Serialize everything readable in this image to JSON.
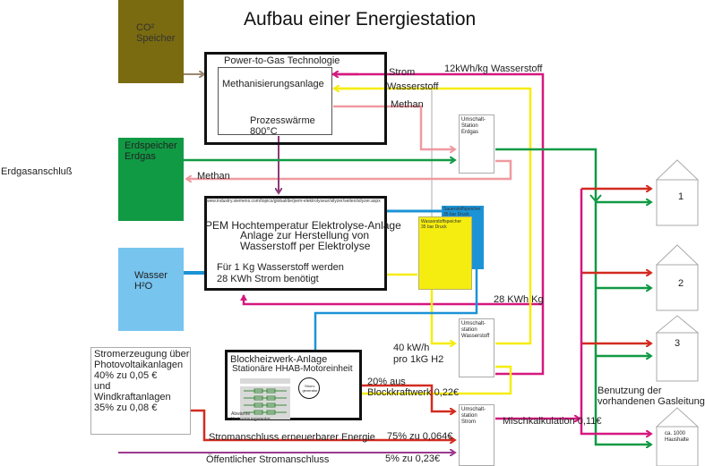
{
  "title": "Aufbau einer Energiestation",
  "colors": {
    "strom": "#d6177f",
    "wasserstoff": "#f5ed0f",
    "methan": "#ef9aa0",
    "erdgas": "#119a44",
    "wasser": "#1b93d6",
    "strom_erneuerbar": "#d32b20",
    "oeffentlich": "#9b3a8e",
    "co2": "#7a6a10",
    "waerme": "#8c3a78",
    "co2_arrow": "#9a8870"
  },
  "co2_storage": {
    "line1": "CO²",
    "line2": "Speicher"
  },
  "power_to_gas": {
    "title": "Power-to-Gas Technologie",
    "inner_title": "Methanisierungsanlage",
    "heat_line1": "Prozesswärme",
    "heat_line2": "800°C"
  },
  "flow_labels": {
    "strom": "Strom",
    "wasserstoff": "Wasserstoff",
    "methan_top": "Methan",
    "kwh_per_kg": "12kWh/kg Wasserstoff",
    "methan_left": "Methan",
    "kwh_28": "28 KWh Kg",
    "kwh_40_line1": "40 kW/h",
    "kwh_40_line2": "pro 1kG H2",
    "bhkw_share_line1": "20% aus",
    "bhkw_share_line2": "Blockkraftwerk 0,22€",
    "renewable": "Stromanschluss erneuerbarer Energie",
    "renewable_share": "75% zu 0,064€",
    "public": "Öffentlicher Stromanschluss",
    "public_share": "5% zu 0,23€",
    "mix": "Mischkalkulation 0,11€",
    "gas_line1": "Benutzung der",
    "gas_line2": "vorhandenen Gasleitung"
  },
  "erdgas_connection": "Erdgasanschluß",
  "erdspeicher": {
    "line1": "Erdspeicher",
    "line2": "Erdgas"
  },
  "wasser": {
    "line1": "Wasser",
    "line2": "H²O"
  },
  "switch_gas": {
    "line1": "Umschalt-",
    "line2": "Station",
    "line3": "Erdgas"
  },
  "switch_h2": {
    "line1": "Umschalt-",
    "line2": "station",
    "line3": "Wasserstoff"
  },
  "switch_power": {
    "line1": "Umschalt-",
    "line2": "station",
    "line3": "Strom"
  },
  "electrolysis": {
    "url": "www.industry.siemens.com/topics/global/de/pem-elektrolyseur/silyzer/seiten/silyzer.aspx",
    "title": "PEM Hochtemperatur Elektrolyse-Anlage",
    "sub1": "Anlage zur Herstellung von",
    "sub2": "Wasserstoff per Elektrolyse",
    "note1": "Für 1 Kg Wasserstoff werden",
    "note2": "28 KWh Strom benötigt"
  },
  "oxygen_tank": {
    "line1": "Sauerstoffspeicher",
    "line2": "35 bar Druck"
  },
  "hydrogen_tank": {
    "line1": "Wasserstoffspeicher",
    "line2": "35 bar Druck"
  },
  "power_generation": {
    "line1": "Stromerzeugung über",
    "line2": "Photovoltaikanlagen",
    "line3": "40% zu 0,05 €",
    "line4": "und",
    "line5": "Windkraftanlagen",
    "line6": "35% zu 0,08 €"
  },
  "chp": {
    "title": "Blockheizwerk-Anlage",
    "subtitle": "Stationäre HHAB-Motoreinheit",
    "generator": "Strom-generator",
    "engine_line1": "Abwärme",
    "engine_line2": "Verbrennungsmotor"
  },
  "houses": [
    {
      "label": "1"
    },
    {
      "label": "2"
    },
    {
      "label": "3"
    },
    {
      "label": "ca. 1000 Haushalte"
    }
  ]
}
